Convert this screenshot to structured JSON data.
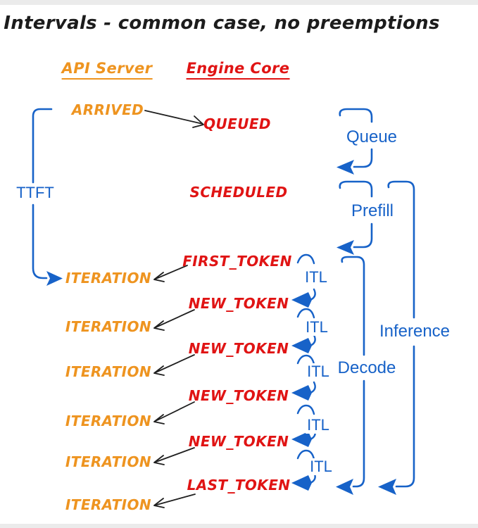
{
  "title": "Intervals - common case, no preemptions",
  "columns": {
    "api_server": "API Server",
    "engine_core": "Engine Core"
  },
  "api_events": {
    "arrived": "ARRIVED",
    "iteration": "ITERATION",
    "iteration_count": 6
  },
  "engine_events": {
    "queued": "QUEUED",
    "scheduled": "SCHEDULED",
    "first_token": "FIRST_TOKEN",
    "new_token": "NEW_TOKEN",
    "new_token_count": 4,
    "last_token": "LAST_TOKEN"
  },
  "intervals": {
    "ttft": "TTFT",
    "queue": "Queue",
    "prefill": "Prefill",
    "decode": "Decode",
    "inference": "Inference",
    "itl": "ITL",
    "itl_count": 5
  },
  "colors": {
    "api_server_accent": "#ee9420",
    "engine_core_accent": "#e01414",
    "interval_accent": "#1762c8",
    "event_arrow": "#1f1f1f",
    "background": "#ffffff"
  }
}
